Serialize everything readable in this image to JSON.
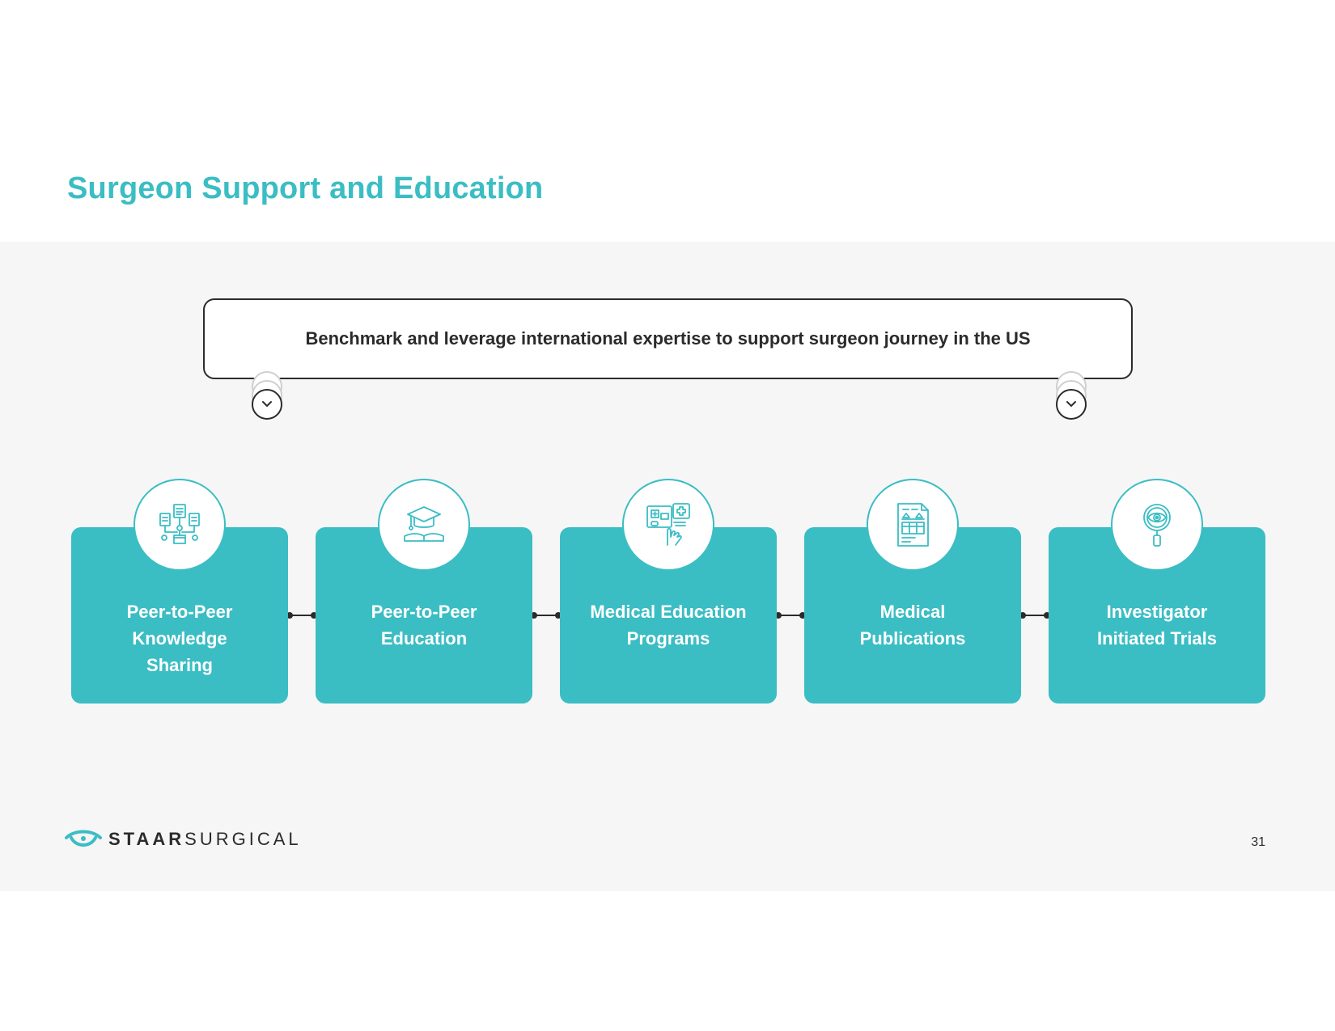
{
  "slide": {
    "title": "Surgeon Support and Education",
    "page_number": "31"
  },
  "banner": {
    "text": "Benchmark and leverage international expertise to support surgeon journey in the US"
  },
  "cards": [
    {
      "label_lines": [
        "Peer-to-Peer",
        "Knowledge",
        "Sharing"
      ],
      "icon": "network-documents-icon"
    },
    {
      "label_lines": [
        "Peer-to-Peer",
        "Education",
        ""
      ],
      "icon": "graduation-cap-book-icon"
    },
    {
      "label_lines": [
        "Medical Education",
        "Programs",
        ""
      ],
      "icon": "medical-screen-touch-icon"
    },
    {
      "label_lines": [
        "Medical",
        "Publications",
        ""
      ],
      "icon": "document-report-icon"
    },
    {
      "label_lines": [
        "Investigator",
        "Initiated Trials",
        ""
      ],
      "icon": "eye-magnifier-icon"
    }
  ],
  "logo": {
    "bold": "STAAR",
    "regular": "SURGICAL"
  },
  "colors": {
    "accent": "#3bbdc4",
    "dark": "#2b2b2b",
    "panel": "#f6f6f6"
  }
}
